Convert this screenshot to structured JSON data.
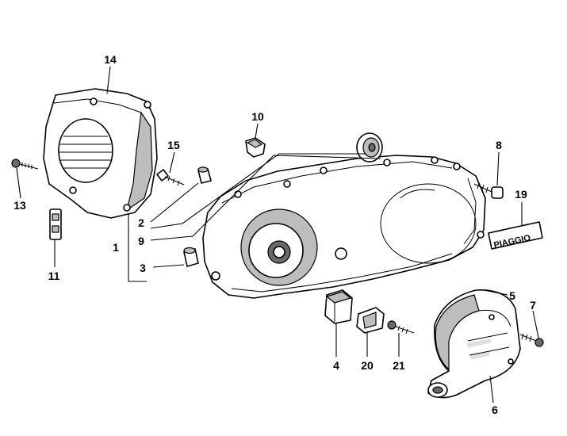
{
  "callouts": [
    {
      "id": "p1",
      "label": "1"
    },
    {
      "id": "p2",
      "label": "2"
    },
    {
      "id": "p3",
      "label": "3"
    },
    {
      "id": "p4",
      "label": "4"
    },
    {
      "id": "p5",
      "label": "5"
    },
    {
      "id": "p6",
      "label": "6"
    },
    {
      "id": "p7",
      "label": "7"
    },
    {
      "id": "p8",
      "label": "8"
    },
    {
      "id": "p9",
      "label": "9"
    },
    {
      "id": "p10",
      "label": "10"
    },
    {
      "id": "p11",
      "label": "11"
    },
    {
      "id": "p13",
      "label": "13"
    },
    {
      "id": "p14",
      "label": "14"
    },
    {
      "id": "p15",
      "label": "15"
    },
    {
      "id": "p19",
      "label": "19"
    },
    {
      "id": "p20",
      "label": "20"
    },
    {
      "id": "p21",
      "label": "21"
    }
  ],
  "badge_text": "PIAGGIO",
  "colors": {
    "ink": "#000000",
    "paper": "#ffffff",
    "shade": "#bdbdbd"
  }
}
